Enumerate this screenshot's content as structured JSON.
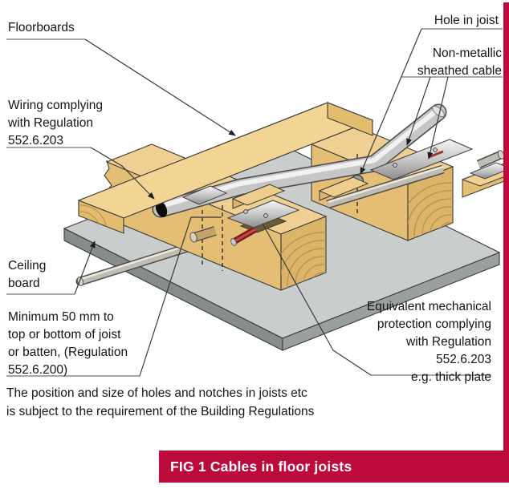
{
  "figure": {
    "type": "technical-illustration",
    "subject": "Cables routed through holes in floor joists under floorboards"
  },
  "labels": {
    "floorboards": {
      "lines": [
        "Floorboards"
      ]
    },
    "hole_in_joist": {
      "lines": [
        "Hole in joist"
      ]
    },
    "non_metallic_sheathed_cable": {
      "lines": [
        "Non-metallic",
        "sheathed cable"
      ]
    },
    "wiring_complying": {
      "lines": [
        "Wiring complying",
        "with Regulation",
        "552.6.203"
      ]
    },
    "ceiling_board": {
      "lines": [
        "Ceiling",
        "board"
      ]
    },
    "minimum_50mm": {
      "lines": [
        "Minimum 50 mm to",
        "top or bottom of joist",
        "or batten, (Regulation",
        "552.6.200)"
      ]
    },
    "equivalent_protection": {
      "lines": [
        "Equivalent mechanical",
        "protection complying",
        "with Regulation",
        "552.6.203",
        "e.g. thick plate"
      ]
    },
    "note": {
      "lines": [
        "The position and size of holes and notches in joists etc",
        "is subject to the requirement of the Building Regulations"
      ]
    }
  },
  "caption": {
    "text": "FIG 1 Cables in floor joists"
  },
  "colors": {
    "caption_bg": "#BC0A3C",
    "caption_text": "#FFFFFF",
    "accent_strip": "#BC0A3C",
    "wood_top": "#F0D092",
    "wood_face": "#E4BE74",
    "wood_end": "#DCB46A",
    "wood_grain": "#B8924A",
    "plank_edge_dark": "#A58D52",
    "ceiling_top": "#C9CDCB",
    "ceiling_side": "#8F9492",
    "metal_plate": "#D9D9D9",
    "cable_body": "#C6C6C6",
    "red_cable": "#7A1F1F",
    "leader_line": "#3A3A3A"
  }
}
